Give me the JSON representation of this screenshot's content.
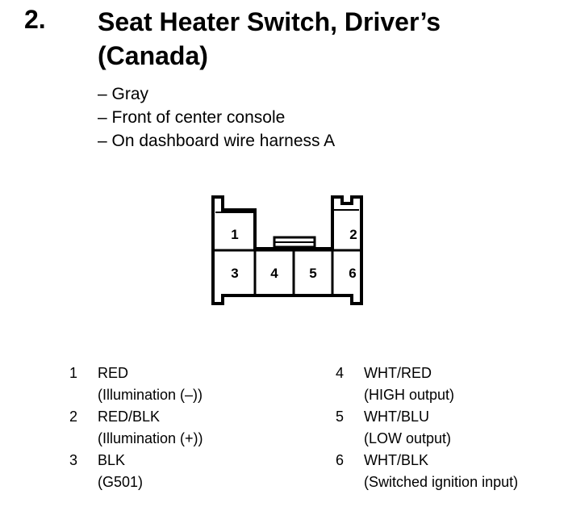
{
  "section": {
    "number": "2.",
    "title": "Seat Heater Switch, Driver’s (Canada)"
  },
  "details": [
    "– Gray",
    "– Front of center console",
    "– On dashboard wire harness A"
  ],
  "connector": {
    "pin_labels": [
      "1",
      "2",
      "3",
      "4",
      "5",
      "6"
    ]
  },
  "pins": [
    {
      "num": "1",
      "wire": "RED",
      "desc": "(Illumination (–))"
    },
    {
      "num": "2",
      "wire": "RED/BLK",
      "desc": "(Illumination (+))"
    },
    {
      "num": "3",
      "wire": "BLK",
      "desc": "(G501)"
    },
    {
      "num": "4",
      "wire": "WHT/RED",
      "desc": "(HIGH output)"
    },
    {
      "num": "5",
      "wire": "WHT/BLU",
      "desc": "(LOW output)"
    },
    {
      "num": "6",
      "wire": "WHT/BLK",
      "desc": "(Switched ignition input)"
    }
  ]
}
